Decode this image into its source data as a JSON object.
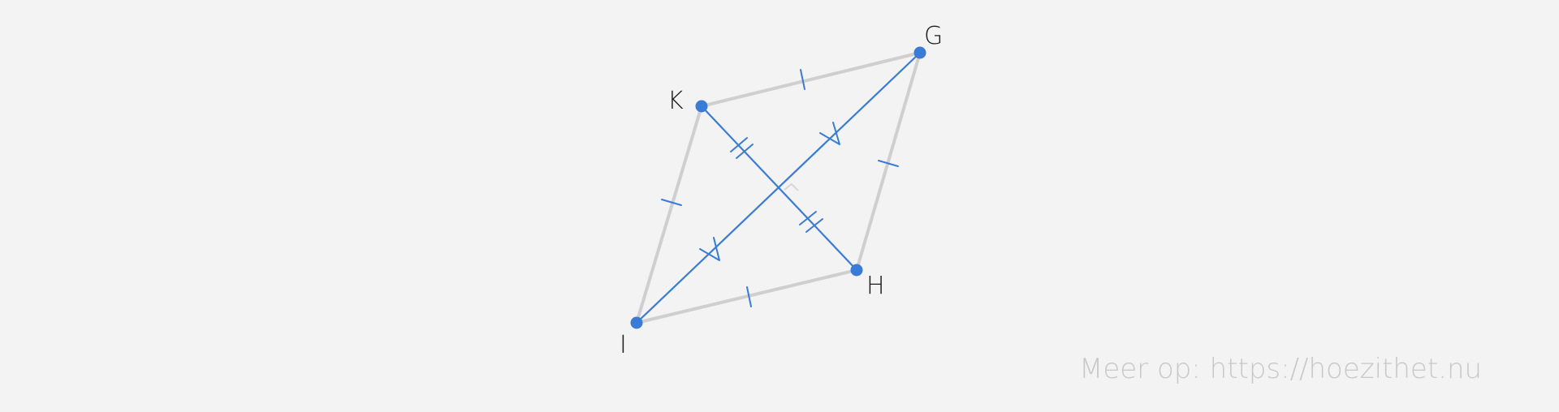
{
  "diagram": {
    "points": [
      {
        "id": "K",
        "label": "K"
      },
      {
        "id": "G",
        "label": "G"
      },
      {
        "id": "H",
        "label": "H"
      },
      {
        "id": "I",
        "label": "I"
      }
    ],
    "sides": [
      [
        "K",
        "G"
      ],
      [
        "G",
        "H"
      ],
      [
        "H",
        "I"
      ],
      [
        "I",
        "K"
      ]
    ],
    "diagonals": [
      [
        "K",
        "H"
      ],
      [
        "I",
        "G"
      ]
    ],
    "colors": {
      "side": "#cfcfcf",
      "diagonal": "#3a7bd5",
      "point": "#3a7bd5",
      "label": "#1a1a1a",
      "background": "#f3f3f3"
    }
  },
  "watermark": "Meer op: https://hoezithet.nu"
}
